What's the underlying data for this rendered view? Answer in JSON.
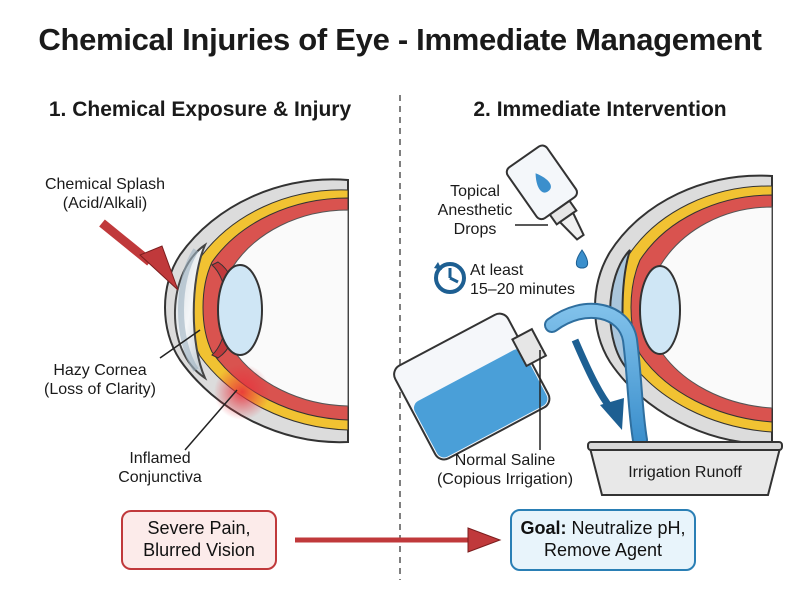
{
  "title": "Chemical Injuries of Eye - Immediate Management",
  "panel1": {
    "heading": "1. Chemical Exposure & Injury",
    "splash_line1": "Chemical Splash",
    "splash_line2": "(Acid/Alkali)",
    "cornea_line1": "Hazy Cornea",
    "cornea_line2": "(Loss of Clarity)",
    "conj_line1": "Inflamed",
    "conj_line2": "Conjunctiva",
    "symptom_line1": "Severe Pain,",
    "symptom_line2": "Blurred Vision"
  },
  "panel2": {
    "heading": "2. Immediate Intervention",
    "drops_line1": "Topical",
    "drops_line2": "Anesthetic",
    "drops_line3": "Drops",
    "time_line1": "At least",
    "time_line2": "15–20 minutes",
    "saline_line1": "Normal Saline",
    "saline_line2": "(Copious Irrigation)",
    "runoff": "Irrigation Runoff",
    "goal_bold": "Goal:",
    "goal_rest": " Neutralize pH,",
    "goal_line2": "Remove Agent"
  },
  "colors": {
    "splash_arrow": "#c0393b",
    "goal_border": "#2a7fb5",
    "pain_border": "#c0393b",
    "saline": "#4a9fd8",
    "sclera": "#e5e5e5",
    "uvea": "#d9534f",
    "retina": "#f1c232"
  },
  "icons": [
    "eye-diagram",
    "splash-arrow",
    "eye-dropper-icon",
    "clock-icon",
    "saline-bottle",
    "runoff-tray",
    "flow-arrow"
  ]
}
